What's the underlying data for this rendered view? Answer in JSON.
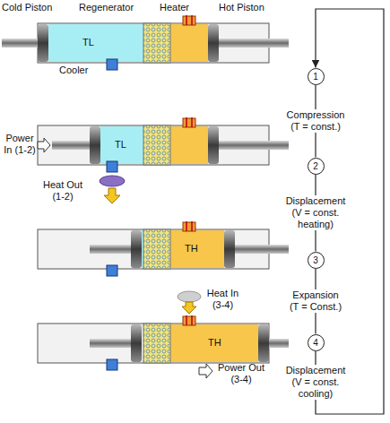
{
  "diagram": {
    "nodes": [
      {
        "text": [
          "1"
        ]
      },
      {
        "text": [
          "2"
        ]
      },
      {
        "text": [
          "3"
        ]
      },
      {
        "text": [
          "4"
        ]
      }
    ],
    "edges": [
      {
        "from": 0,
        "to": 1,
        "arrow": "none",
        "label": "Compression (T = const.)"
      },
      {
        "from": 1,
        "to": 2,
        "arrow": "none",
        "label": "Displacement (V = const. heating)"
      },
      {
        "from": 2,
        "to": 3,
        "arrow": "none",
        "label": "Expansion (T = Const.)"
      },
      {
        "from": 3,
        "to": 0,
        "arrow": "to",
        "label": "Displacement (V = const. cooling)"
      }
    ],
    "labels": [
      "Cold Piston",
      "Regenerator",
      "Heater",
      "Hot Piston",
      "TL",
      "Cooler",
      "Power In (1-2)",
      "TL",
      "Heat Out (1-2)",
      "TH",
      "Heat In (3-4)",
      "TH",
      "Power Out (3-4)"
    ]
  }
}
